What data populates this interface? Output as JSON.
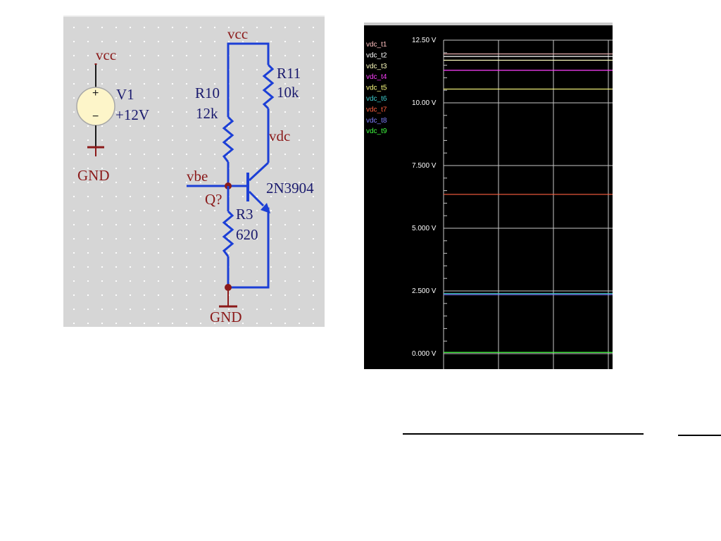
{
  "schematic": {
    "source": {
      "net": "vcc",
      "name": "V1",
      "value": "+12V",
      "plus": "+",
      "minus": "−",
      "ground": "GND"
    },
    "top_net": "vcc",
    "R10": {
      "name": "R10",
      "value": "12k"
    },
    "R11": {
      "name": "R11",
      "value": "10k"
    },
    "R3": {
      "name": "R3",
      "value": "620"
    },
    "collector_net": "vdc",
    "base_net": "vbe",
    "transistor": {
      "ref": "Q?",
      "model": "2N3904"
    },
    "bottom_ground": "GND",
    "colors": {
      "wire": "#1c3fd6",
      "net_label": "#8b1a1a",
      "part_label": "#1a1a6e",
      "junction": "#8b1a1a",
      "source_fill": "#fdf5c9"
    }
  },
  "chart_data": {
    "type": "line",
    "ylim": [
      0,
      12.5
    ],
    "y_ticks": [
      {
        "value": 12.5,
        "label": "12.50 V"
      },
      {
        "value": 10,
        "label": "10.00 V"
      },
      {
        "value": 7.5,
        "label": "7.500 V"
      },
      {
        "value": 5,
        "label": "5.000 V"
      },
      {
        "value": 2.5,
        "label": "2.500 V"
      },
      {
        "value": 0,
        "label": "0.000 V"
      }
    ],
    "grid": true,
    "legend": "top-left",
    "series": [
      {
        "name": "vdc_t1",
        "color": "#ffc0c0",
        "value": 11.95
      },
      {
        "name": "vdc_t2",
        "color": "#ffffff",
        "value": 11.85
      },
      {
        "name": "vdc_t3",
        "color": "#ffffc0",
        "value": 11.7
      },
      {
        "name": "vdc_t4",
        "color": "#ff40ff",
        "value": 11.3
      },
      {
        "name": "vdc_t5",
        "color": "#ffff80",
        "value": 10.55
      },
      {
        "name": "vdc_t6",
        "color": "#40d0d0",
        "value": 2.4
      },
      {
        "name": "vdc_t7",
        "color": "#ff6040",
        "value": 6.35
      },
      {
        "name": "vdc_t8",
        "color": "#8080ff",
        "value": 2.35
      },
      {
        "name": "vdc_t9",
        "color": "#40ff40",
        "value": 0.05
      }
    ]
  }
}
